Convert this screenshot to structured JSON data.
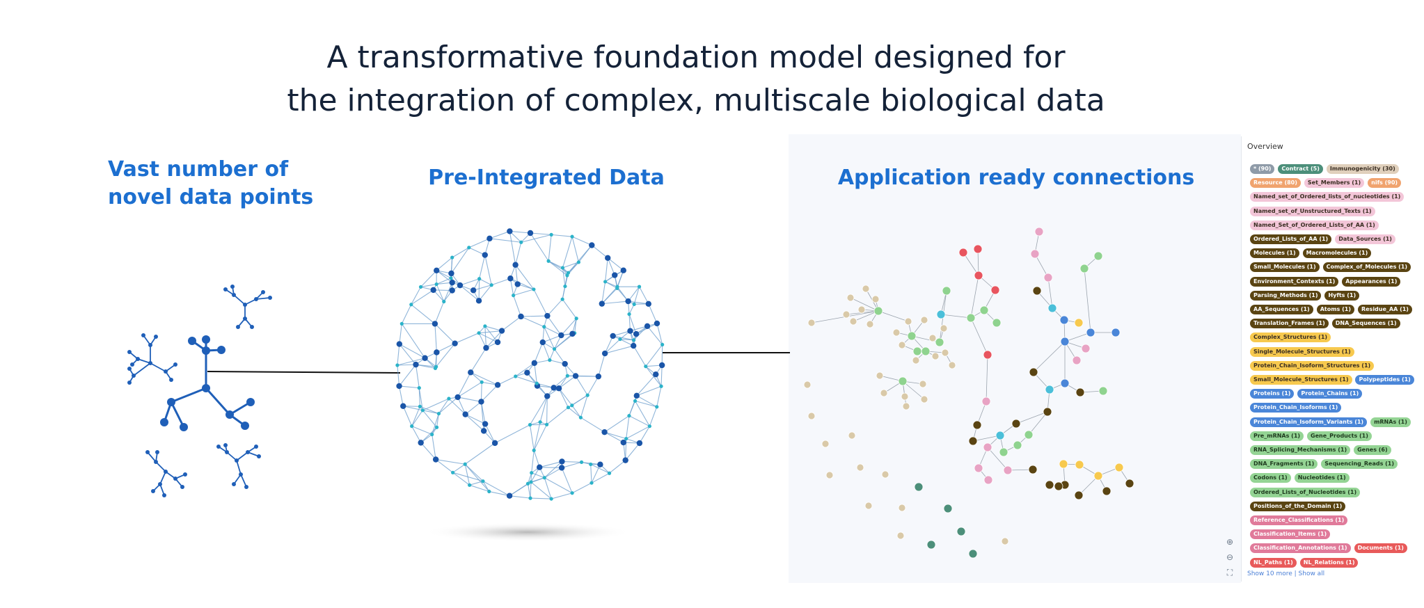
{
  "title": {
    "line1": "A transformative foundation model designed for",
    "line2": "the integration of complex, multiscale biological data"
  },
  "headings": {
    "left_line1": "Vast number of",
    "left_line2": "novel data points",
    "middle": "Pre-Integrated Data",
    "right": "Application ready connections"
  },
  "overview": {
    "title": "Overview",
    "show_more": "Show 10 more | Show all",
    "tags": [
      {
        "label": "* (90)",
        "color": "#8f9ba8",
        "text": "#ffffff"
      },
      {
        "label": "Contract (5)",
        "color": "#4c8f7a",
        "text": "#ffffff"
      },
      {
        "label": "Immunogenicity (30)",
        "color": "#e0d0bc",
        "text": "#3a2e22"
      },
      {
        "label": "Resource (80)",
        "color": "#f0a36e",
        "text": "#ffffff"
      },
      {
        "label": "Set_Members (1)",
        "color": "#f3c6d8",
        "text": "#3a2e22"
      },
      {
        "label": "nifs (90)",
        "color": "#f0a36e",
        "text": "#ffffff"
      },
      {
        "label": "Named_set_of_Ordered_lists_of_nucleotides (1)",
        "color": "#f3c6d8",
        "text": "#3a2e22"
      },
      {
        "label": "Named_set_of_Unstructured_Texts (1)",
        "color": "#f3c6d8",
        "text": "#3a2e22"
      },
      {
        "label": "Named_Set_of_Ordered_Lists_of_AA (1)",
        "color": "#f3c6d8",
        "text": "#3a2e22"
      },
      {
        "label": "Ordered_Lists_of_AA (1)",
        "color": "#5a4412",
        "text": "#ffffff"
      },
      {
        "label": "Data_Sources (1)",
        "color": "#f3c6d8",
        "text": "#3a2e22"
      },
      {
        "label": "Molecules (1)",
        "color": "#5a4412",
        "text": "#ffffff"
      },
      {
        "label": "Macromolecules (1)",
        "color": "#5a4412",
        "text": "#ffffff"
      },
      {
        "label": "Small_Molecules (1)",
        "color": "#5a4412",
        "text": "#ffffff"
      },
      {
        "label": "Complex_of_Molecules (1)",
        "color": "#5a4412",
        "text": "#ffffff"
      },
      {
        "label": "Environment_Contexts (1)",
        "color": "#5a4412",
        "text": "#ffffff"
      },
      {
        "label": "Appearances (1)",
        "color": "#5a4412",
        "text": "#ffffff"
      },
      {
        "label": "Parsing_Methods (1)",
        "color": "#5a4412",
        "text": "#ffffff"
      },
      {
        "label": "Hyfts (1)",
        "color": "#5a4412",
        "text": "#ffffff"
      },
      {
        "label": "AA_Sequences (1)",
        "color": "#5a4412",
        "text": "#ffffff"
      },
      {
        "label": "Atoms (1)",
        "color": "#5a4412",
        "text": "#ffffff"
      },
      {
        "label": "Residue_AA (1)",
        "color": "#5a4412",
        "text": "#ffffff"
      },
      {
        "label": "Translation_Frames (1)",
        "color": "#5a4412",
        "text": "#ffffff"
      },
      {
        "label": "DNA_Sequences (1)",
        "color": "#5a4412",
        "text": "#ffffff"
      },
      {
        "label": "Complex_Structures (1)",
        "color": "#f7c94e",
        "text": "#3a2e22"
      },
      {
        "label": "Single_Molecule_Structures (1)",
        "color": "#f7c94e",
        "text": "#3a2e22"
      },
      {
        "label": "Protein_Chain_Isoform_Structures (1)",
        "color": "#f7c94e",
        "text": "#3a2e22"
      },
      {
        "label": "Small_Molecule_Structures (1)",
        "color": "#f7c94e",
        "text": "#3a2e22"
      },
      {
        "label": "Polypeptides (1)",
        "color": "#4a86d8",
        "text": "#ffffff"
      },
      {
        "label": "Proteins (1)",
        "color": "#4a86d8",
        "text": "#ffffff"
      },
      {
        "label": "Protein_Chains (1)",
        "color": "#4a86d8",
        "text": "#ffffff"
      },
      {
        "label": "Protein_Chain_Isoforms (1)",
        "color": "#4a86d8",
        "text": "#ffffff"
      },
      {
        "label": "Protein_Chain_Isoform_Variants (1)",
        "color": "#4a86d8",
        "text": "#ffffff"
      },
      {
        "label": "mRNAs (1)",
        "color": "#94d494",
        "text": "#1e3a1e"
      },
      {
        "label": "Pre_mRNAs (1)",
        "color": "#94d494",
        "text": "#1e3a1e"
      },
      {
        "label": "Gene_Products (1)",
        "color": "#94d494",
        "text": "#1e3a1e"
      },
      {
        "label": "RNA_Splicing_Mechanisms (1)",
        "color": "#94d494",
        "text": "#1e3a1e"
      },
      {
        "label": "Genes (6)",
        "color": "#94d494",
        "text": "#1e3a1e"
      },
      {
        "label": "DNA_Fragments (1)",
        "color": "#94d494",
        "text": "#1e3a1e"
      },
      {
        "label": "Sequencing_Reads (1)",
        "color": "#94d494",
        "text": "#1e3a1e"
      },
      {
        "label": "Codons (1)",
        "color": "#94d494",
        "text": "#1e3a1e"
      },
      {
        "label": "Nucleotides (1)",
        "color": "#94d494",
        "text": "#1e3a1e"
      },
      {
        "label": "Ordered_Lists_of_Nucleotides (1)",
        "color": "#94d494",
        "text": "#1e3a1e"
      },
      {
        "label": "Positions_of_the_Domain (1)",
        "color": "#5a4412",
        "text": "#ffffff"
      },
      {
        "label": "Reference_Classifications (1)",
        "color": "#e07a9a",
        "text": "#ffffff"
      },
      {
        "label": "Classification_Items (1)",
        "color": "#e07a9a",
        "text": "#ffffff"
      },
      {
        "label": "Classification_Annotations (1)",
        "color": "#e07a9a",
        "text": "#ffffff"
      },
      {
        "label": "Documents (1)",
        "color": "#e85a5a",
        "text": "#ffffff"
      },
      {
        "label": "NL_Paths (1)",
        "color": "#e85a5a",
        "text": "#ffffff"
      },
      {
        "label": "NL_Relations (1)",
        "color": "#e85a5a",
        "text": "#ffffff"
      }
    ]
  },
  "colors": {
    "heading_blue": "#1c6fd0",
    "title": "#142238",
    "molecule_blue": "#1f5fb8",
    "node_beige": "#d9c9a8",
    "node_green": "#8fd38f",
    "node_red": "#e8555f",
    "node_pink": "#e8a3c4",
    "node_cyan": "#4bbfd9",
    "node_blue": "#4a86d8",
    "node_yellow": "#f7c94e",
    "node_brown": "#5a4412",
    "node_teal": "#4c8f7a"
  },
  "icons": {
    "zoom_in": "zoom-in-icon",
    "zoom_out": "zoom-out-icon",
    "fit": "fit-to-screen-icon"
  }
}
